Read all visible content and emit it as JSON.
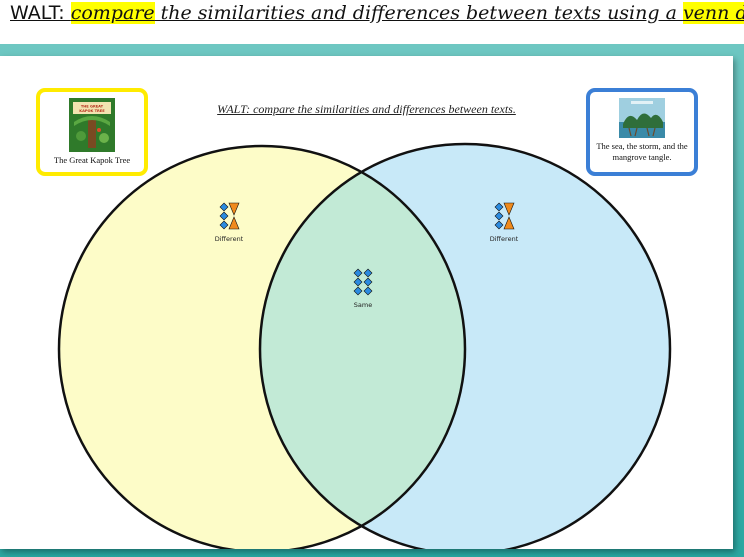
{
  "header": {
    "prefix": "WALT: ",
    "highlight_1": "compare",
    "middle": " the similarities and differences between texts using a ",
    "highlight_2": "venn d"
  },
  "slide": {
    "title": "WALT: compare the similarities and differences between texts."
  },
  "books": {
    "left": {
      "label": "The Great Kapok Tree",
      "cover_text": "THE GREAT KAPOK TREE",
      "frame_color": "#ffeb00"
    },
    "right": {
      "label": "The sea, the storm, and the mangrove tangle.",
      "frame_color": "#3b7fd6"
    }
  },
  "venn": {
    "left_region_color": "#fdfcc8",
    "right_region_color": "#c8e9f8",
    "overlap_color": "#c2ead6",
    "left_label": "Different",
    "center_label": "Same",
    "right_label": "Different"
  },
  "icons": {
    "different": "different-symbol-icon",
    "same": "same-symbol-icon"
  }
}
